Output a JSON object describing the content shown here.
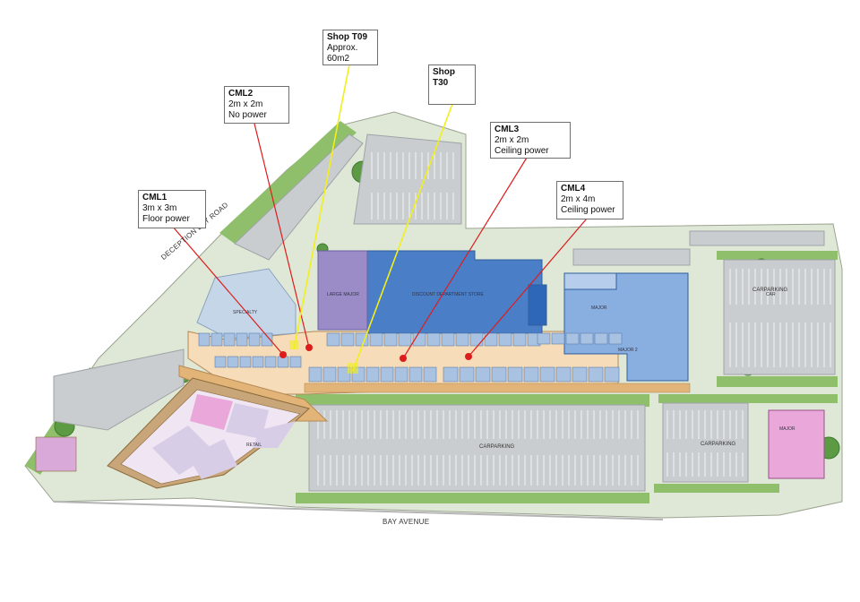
{
  "map": {
    "roads": {
      "bay_avenue": "BAY AVENUE",
      "deception_bay_road": "DECEPTION BAY ROAD"
    },
    "colors": {
      "grass": "#8fbf6a",
      "parking": "#c9cdcf",
      "mall_floor": "#f6dcb8",
      "anchor_blue": "#4a7ec6",
      "anchor_light_blue": "#89aee0",
      "tenant_purple": "#9b8cc8",
      "tenant_pink": "#e9a8d9",
      "shop_lilac": "#d8cde6",
      "pointer_red": "#dd1d1d",
      "pointer_yellow": "#f2ef1b",
      "outline": "#8a6a3a"
    },
    "areas": {
      "carparking_1": "CARPARKING",
      "carparking_2": "CARPARKING",
      "carparking_3": "CARPARKING"
    }
  },
  "callouts": [
    {
      "id": "CML1",
      "title": "CML1",
      "lines": [
        "3m x 3m",
        "Floor power"
      ],
      "pointer": "red"
    },
    {
      "id": "CML2",
      "title": "CML2",
      "lines": [
        "2m x 2m",
        "No power"
      ],
      "pointer": "red"
    },
    {
      "id": "T09",
      "title": "Shop T09",
      "lines": [
        "Approx.",
        "60m2"
      ],
      "pointer": "yellow"
    },
    {
      "id": "T30",
      "title": "Shop T30",
      "lines": [],
      "pointer": "yellow"
    },
    {
      "id": "CML3",
      "title": "CML3",
      "lines": [
        "2m x 2m",
        "Ceiling power"
      ],
      "pointer": "red"
    },
    {
      "id": "CML4",
      "title": "CML4",
      "lines": [
        "2m x 4m",
        "Ceiling power"
      ],
      "pointer": "red"
    }
  ]
}
